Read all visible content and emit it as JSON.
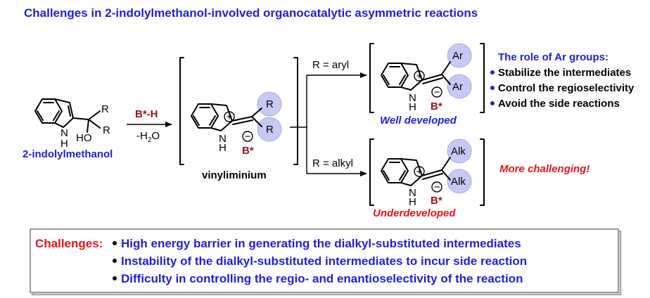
{
  "title": "Challenges in 2-indolylmethanol-involved organocatalytic asymmetric reactions",
  "reagent": {
    "catalyst": "B*-H",
    "byproduct": "-H",
    "byproduct_sub": "2",
    "byproduct_end": "O"
  },
  "start_material": {
    "name": "2-indolylmethanol",
    "R1": "R",
    "R2": "R",
    "HO": "HO",
    "NH": "N",
    "H": "H"
  },
  "intermediate": {
    "name": "vinyliminium",
    "R1": "R",
    "R2": "R"
  },
  "branches": {
    "aryl": {
      "condition": "R = aryl",
      "group1": "Ar",
      "group2": "Ar",
      "status": "Well developed"
    },
    "alkyl": {
      "condition": "R = alkyl",
      "group1": "Alk",
      "group2": "Alk",
      "status": "Underdeveloped",
      "note": "More challenging!"
    }
  },
  "role": {
    "heading": "The role of Ar groups:",
    "items": [
      "Stabilize the intermediates",
      "Control the regioselectivity",
      "Avoid the side reactions"
    ]
  },
  "common": {
    "plus": "+",
    "minus": "−",
    "counterion": "B*",
    "N": "N",
    "H": "H"
  },
  "challenges": {
    "label": "Challenges:",
    "items": [
      "High energy barrier in generating the dialkyl-substituted intermediates",
      "Instability of the dialkyl-substituted intermediates to incur side reaction",
      "Difficulty in controlling the regio- and enantioselectivity of the reaction"
    ]
  },
  "colors": {
    "title": "#1f1fd8",
    "accent_red": "#e8141e",
    "catalyst": "#8b1a1a",
    "sphere": "#c6c9f5"
  }
}
